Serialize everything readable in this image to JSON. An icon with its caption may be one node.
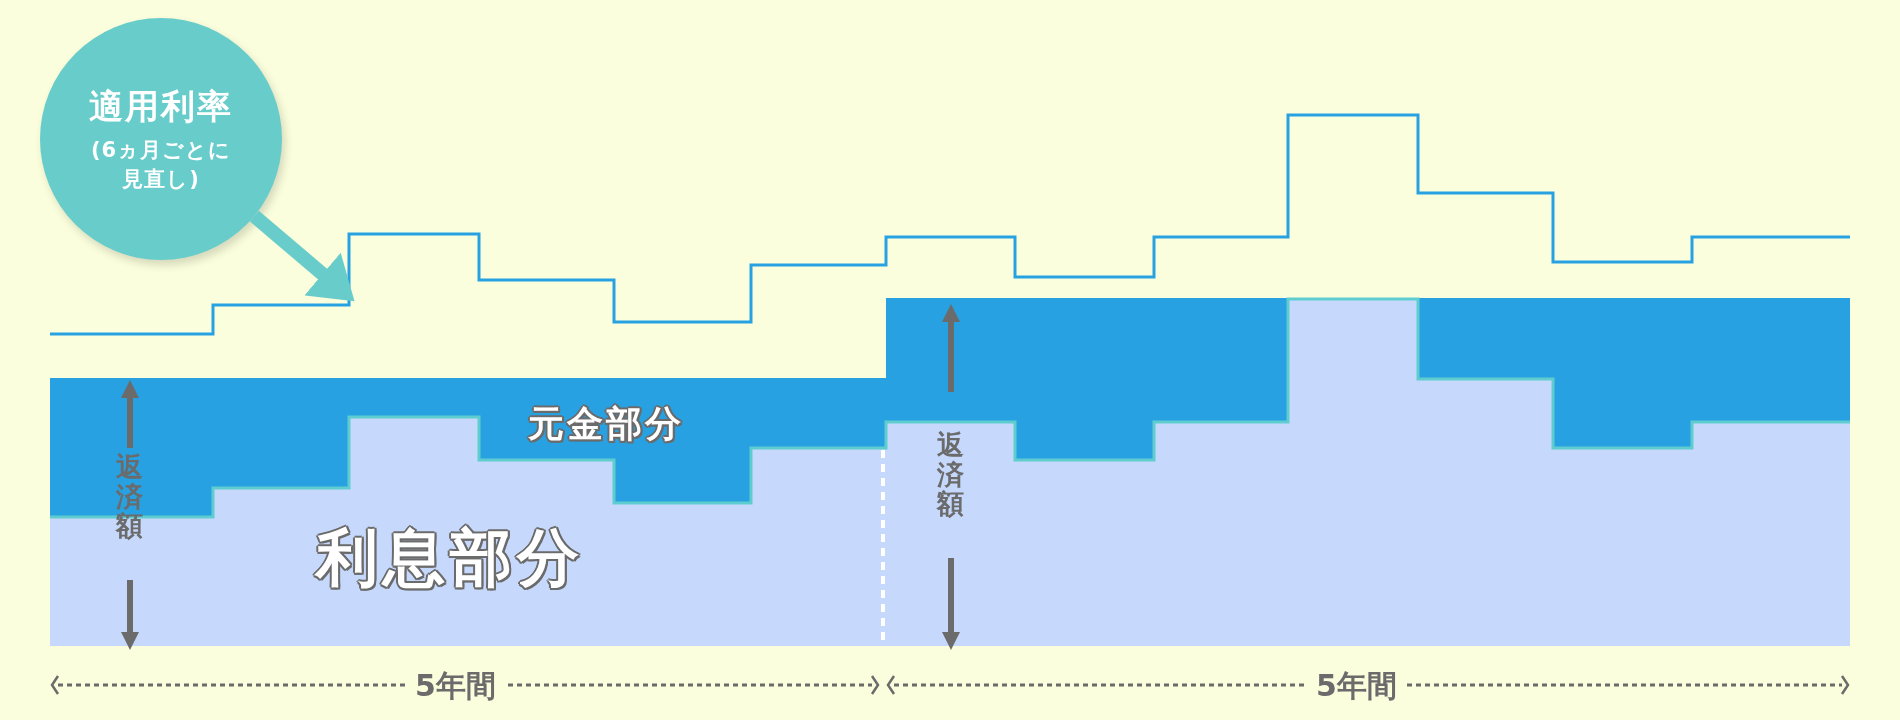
{
  "diagram": {
    "nodes": [
      {
        "text": [
          "適用利率",
          "(6ヵ月ごとに見直し)"
        ]
      },
      {
        "text": [],
        "shape": "line"
      }
    ],
    "edges": [
      {
        "from": 0,
        "to": 1,
        "arrow": "to"
      }
    ],
    "labels": [
      "元金部分",
      "返済額",
      "利息部分",
      "返済額",
      "5年間",
      "5年間"
    ]
  }
}
